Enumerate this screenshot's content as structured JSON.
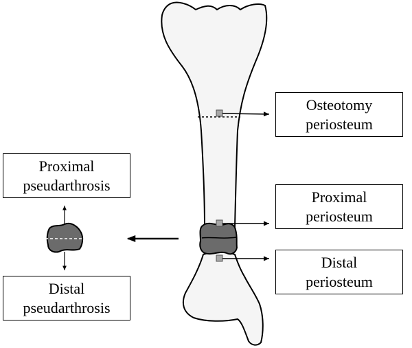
{
  "labels": {
    "osteotomy_periosteum": [
      "Osteotomy",
      "periosteum"
    ],
    "proximal_periosteum": [
      "Proximal",
      "periosteum"
    ],
    "distal_periosteum": [
      "Distal",
      "periosteum"
    ],
    "proximal_pseudarthrosis": [
      "Proximal",
      "pseudarthrosis"
    ],
    "distal_pseudarthrosis": [
      "Distal",
      "pseudarthrosis"
    ]
  },
  "colors": {
    "bone_fill": "#f5f5f5",
    "pseudarthrosis_fill": "#6b6b6b",
    "sample_marker": "#a8a8a8",
    "outline": "#000000"
  }
}
